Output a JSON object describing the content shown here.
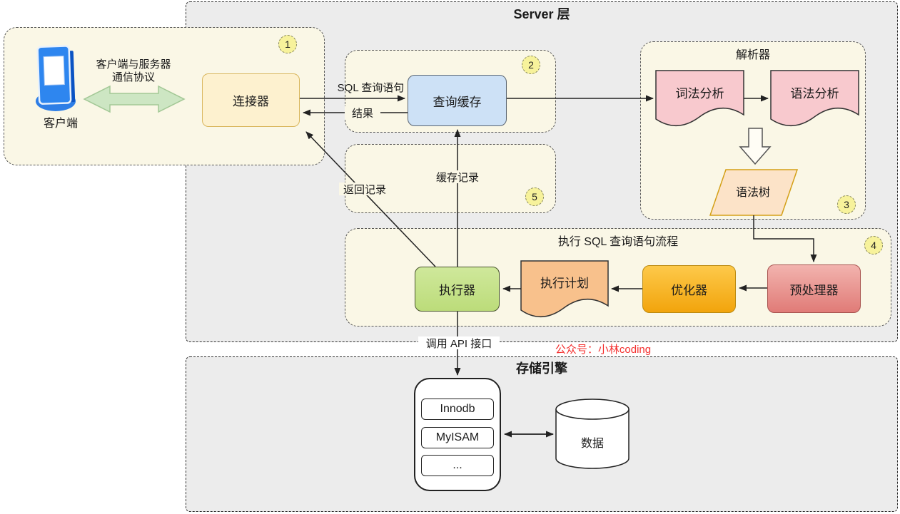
{
  "server_layer": {
    "title": "Server 层"
  },
  "storage_layer": {
    "title": "存储引擎",
    "engines": [
      "Innodb",
      "MyISAM",
      "..."
    ],
    "data_store": "数据"
  },
  "groups": {
    "client": {
      "badge": "1",
      "client_label": "客户端",
      "protocol_line1": "客户端与服务器",
      "protocol_line2": "通信协议",
      "connector": "连接器"
    },
    "query_cache": {
      "badge": "2",
      "node": "查询缓存"
    },
    "parser": {
      "badge": "3",
      "title": "解析器",
      "lexical": "词法分析",
      "syntax": "语法分析",
      "syntax_tree": "语法树"
    },
    "executor_flow": {
      "badge": "4",
      "title": "执行 SQL 查询语句流程",
      "executor": "执行器",
      "plan": "执行计划",
      "optimizer": "优化器",
      "preprocessor": "预处理器"
    },
    "cache_record": {
      "badge": "5",
      "label": "缓存记录"
    }
  },
  "edge_labels": {
    "sql_query": "SQL 查询语句",
    "result": "结果",
    "return_record": "返回记录",
    "call_api": "调用 API 接口"
  },
  "watermark": {
    "text": "公众号：小林coding",
    "color": "#f4302f"
  },
  "colors": {
    "layer_fill": "#ececec",
    "group_fill": "#faf7e6",
    "connector_fill": "#fdf1cf",
    "query_cache_fill": "#cde1f6",
    "doc_pink_fill": "#f8c9ce",
    "syntax_tree_fill": "#fce3c8",
    "executor_fill": "#c6e288",
    "plan_fill": "#f8c18c",
    "optimizer_fill": "#f2a40c",
    "preprocessor_fill": "#e07b77",
    "badge_fill": "#f7f29b",
    "green_arrow_fill": "#cde6c3",
    "client_icon_blue": "#2e86ef",
    "line_color": "#222222"
  }
}
